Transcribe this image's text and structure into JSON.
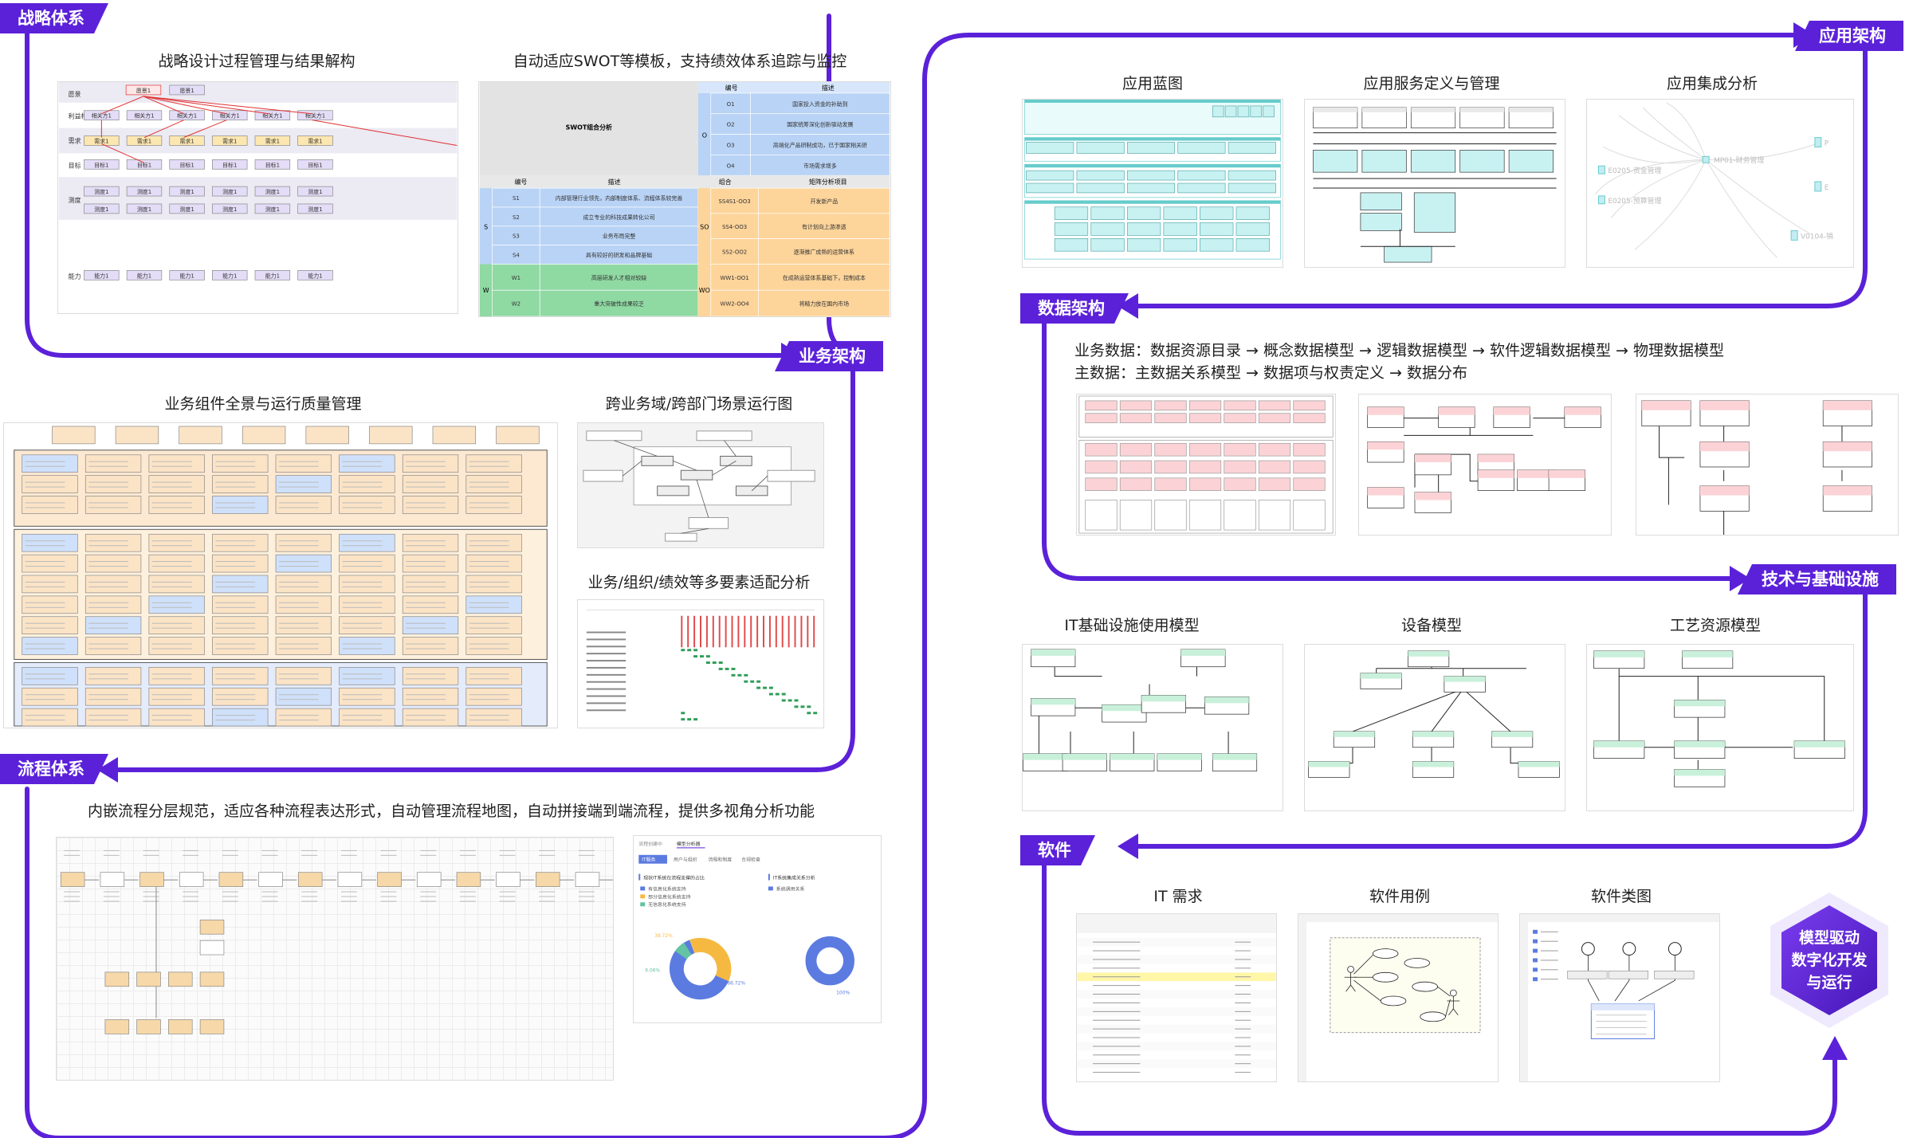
{
  "sections": {
    "strategy": {
      "tag": "战略体系",
      "panels": [
        {
          "title": "战略设计过程管理与结果解构"
        },
        {
          "title": "自动适应SWOT等模板，支持绩效体系追踪与监控"
        }
      ]
    },
    "business": {
      "tag": "业务架构",
      "panels": [
        {
          "title": "业务组件全景与运行质量管理"
        },
        {
          "title": "跨业务域/跨部门场景运行图"
        },
        {
          "title": "业务/组织/绩效等多要素适配分析"
        }
      ]
    },
    "process": {
      "tag": "流程体系",
      "description": "内嵌流程分层规范，适应各种流程表达形式，自动管理流程地图，自动拼接端到端流程，提供多视角分析功能"
    },
    "application": {
      "tag": "应用架构",
      "panels": [
        {
          "title": "应用蓝图"
        },
        {
          "title": "应用服务定义与管理"
        },
        {
          "title": "应用集成分析"
        }
      ]
    },
    "data": {
      "tag": "数据架构",
      "lines": [
        "业务数据：数据资源目录 → 概念数据模型 → 逻辑数据模型 → 软件逻辑数据模型 → 物理数据模型",
        "主数据：主数据关系模型 → 数据项与权责定义 → 数据分布"
      ]
    },
    "infra": {
      "tag": "技术与基础设施",
      "panels": [
        {
          "title": "IT基础设施使用模型"
        },
        {
          "title": "设备模型"
        },
        {
          "title": "工艺资源模型"
        }
      ]
    },
    "software": {
      "tag": "软件",
      "panels": [
        {
          "title": "IT 需求"
        },
        {
          "title": "软件用例"
        },
        {
          "title": "软件类图"
        }
      ]
    }
  },
  "swot": {
    "header_left": "SWOT组合分析",
    "col_no": "编号",
    "col_desc": "描述",
    "col_combo": "组合",
    "col_key": "矩阵分析项目",
    "o_label": "O",
    "o_rows": [
      {
        "id": "O1",
        "text": "国家投入资金的补助到"
      },
      {
        "id": "O2",
        "text": "国家统筹深化创新驱动发展"
      },
      {
        "id": "O3",
        "text": "高端化产品研制成功，已于国家相关研"
      },
      {
        "id": "O4",
        "text": "市场需求增多"
      }
    ],
    "s_label": "S",
    "s_rows": [
      {
        "id": "S1",
        "text": "内部管理行业领先，内部制度体系、流程体系较完善"
      },
      {
        "id": "S2",
        "text": "成立专业的科技成果转化公司"
      },
      {
        "id": "S3",
        "text": "业务布局完整"
      },
      {
        "id": "S4",
        "text": "具有较好的研发和品牌基础"
      }
    ],
    "so_label": "SO",
    "so_rows": [
      {
        "id": "SS4S1-OO3",
        "text": "开发新产品"
      },
      {
        "id": "SS4-OO3",
        "text": "有计划向上游渗透"
      },
      {
        "id": "SS2-OO2",
        "text": "逐渐推广成熟的运营体系"
      }
    ],
    "w_label": "W",
    "w_rows": [
      {
        "id": "W1",
        "text": "高层研发人才相对较缺"
      },
      {
        "id": "W2",
        "text": "重大突破性成果较乏"
      }
    ],
    "wo_label": "WO",
    "wo_rows": [
      {
        "id": "WW1-OO1",
        "text": "在成熟运营体系基础下，控制成本"
      },
      {
        "id": "WW2-OO4",
        "text": "将精力放在国内市场"
      }
    ]
  },
  "strategy_map": {
    "rows": [
      "愿景",
      "利益相关方",
      "需求",
      "目标",
      "测度",
      "能力"
    ],
    "vision_items": [
      "愿景1",
      "愿景1"
    ],
    "stakeholder_item": "相关方1",
    "need_item": "需求1",
    "goal_item": "目标1",
    "measure_item": "测度1",
    "capability_item": "能力1"
  },
  "process_analysis": {
    "tabs": [
      "流程创建中",
      "模型分析器"
    ],
    "sub_tabs": [
      "IT服务",
      "用户与组织",
      "流程和制度",
      "合规检查"
    ],
    "left_title": "现状IT系统在流程支撑的占比",
    "right_title": "IT系统集成关系分析",
    "legend": [
      "有信息化系统支持",
      "部分信息化系统支持",
      "无信息化系统支持"
    ],
    "right_legend": [
      "系统调用关系"
    ],
    "pie_pcts": [
      "38.72%",
      "6.06%",
      "66.72%"
    ],
    "donut_pct": "100%"
  },
  "integration": {
    "center_label": "MP01-财务管理",
    "left_labels": [
      "E0205-资金管理",
      "E0205-预算管理"
    ],
    "right_labels": [
      "P",
      "E",
      "V0104-销"
    ]
  },
  "hex": {
    "line1": "模型驱动",
    "line2": "数字化开发",
    "line3": "与运行"
  },
  "colors": {
    "accent": "#5b21d9",
    "stakeholder": "#e4ddf7",
    "need": "#fde7b0",
    "swot_o": "#b8d3f5",
    "swot_s": "#b8d3f5",
    "swot_so": "#fdd49a",
    "swot_w": "#8fd9a3",
    "swot_wo": "#fdd49a",
    "entity_pink": "#fbd3d6",
    "entity_green": "#c9f0da",
    "app_cyan": "#c8f1f2",
    "comp_orange": "#fbe3c6"
  }
}
